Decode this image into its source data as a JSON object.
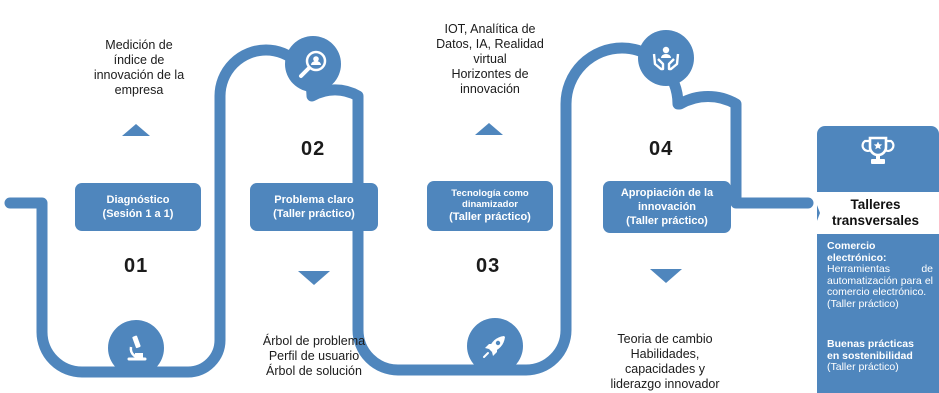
{
  "steps": [
    {
      "number": "01",
      "label_line1": "Diagnóstico",
      "label_line2": "(Sesión 1 a 1)",
      "icon": "microscope-icon",
      "notes": [
        "Medición de",
        "índice de",
        "innovación de la",
        "empresa"
      ]
    },
    {
      "number": "02",
      "label_line1": "Problema claro",
      "label_line2": "(Taller práctico)",
      "icon": "user-search-icon",
      "notes": [
        "Árbol de problema",
        "Perfil de usuario",
        "Árbol de solución"
      ]
    },
    {
      "number": "03",
      "label_line1": "Tecnología como",
      "label_line1b": "dinamizador",
      "label_line2": "(Taller práctico)",
      "icon": "rocket-icon",
      "notes": [
        "IOT, Analítica de",
        "Datos, IA, Realidad",
        "virtual",
        "Horizontes de",
        "innovación"
      ]
    },
    {
      "number": "04",
      "label_line1": "Apropiación de la",
      "label_line1b": "innovación",
      "label_line2": "(Taller práctico)",
      "icon": "hands-person-icon",
      "notes": [
        "Teoria de cambio",
        "Habilidades,",
        "capacidades y",
        "liderazgo innovador"
      ]
    }
  ],
  "side_panel": {
    "icon": "trophy-icon",
    "title_line1": "Talleres",
    "title_line2": "transversales",
    "item1_title_a": "Comercio",
    "item1_title_b": "electrónico:",
    "item1_desc": "Herramientas de automatización para el comercio electrónico.",
    "item1_tag": "(Taller práctico)",
    "item2_title_a": "Buenas prácticas",
    "item2_title_b": "en sostenibilidad",
    "item2_tag": "(Taller práctico)"
  },
  "colors": {
    "accent": "#4f86bd",
    "road": "#4f86bd"
  }
}
